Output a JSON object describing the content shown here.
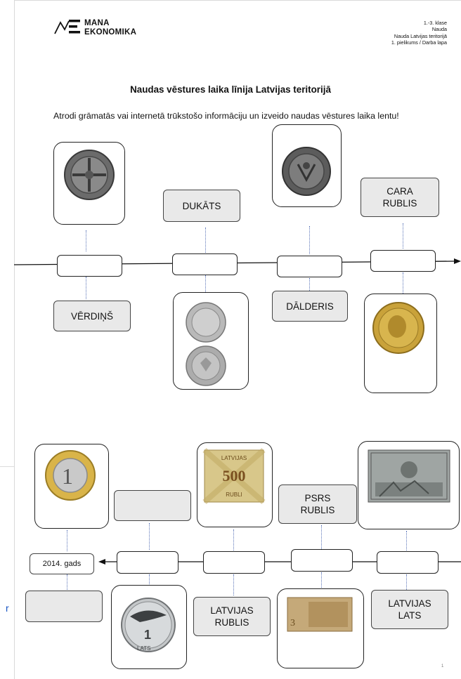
{
  "logo": {
    "line1": "MANA",
    "line2": "EKONOMIKA"
  },
  "meta": {
    "line1": "1.-3. klase",
    "line2": "Nauda",
    "line3": "Nauda Latvijas teritorijā",
    "line4": "1. pielikums / Darba lapa"
  },
  "title": "Naudas vēstures laika līnija Latvijas teritorijā",
  "instruction": "Atrodi grāmatās vai internetā trūkstošo informāciju un izveido naudas vēstures laika lentu!",
  "row1": {
    "dukats": "DUKĀTS",
    "cara": "CARA RUBLIS",
    "verdins": "VĒRDIŅŠ",
    "dalderis": "DĀLDERIS"
  },
  "row2": {
    "psrs": "PSRS RUBLIS",
    "year": "2014. gads",
    "lv_rublis": "LATVIJAS RUBLIS",
    "lv_lats": "LATVIJAS LATS"
  },
  "images": {
    "banknote_500_top": "LATVIJAS",
    "banknote_500_num": "500",
    "banknote_500_bottom": "RUBLI",
    "lats_coin_num": "1",
    "lats_coin_text": "LATS",
    "euro_num": "1"
  },
  "page_number": "1",
  "left_edge_char": "r",
  "colors": {
    "dotted": "#5a74b8",
    "label_bg": "#e9e9e9",
    "link_blue": "#1a56c4"
  }
}
